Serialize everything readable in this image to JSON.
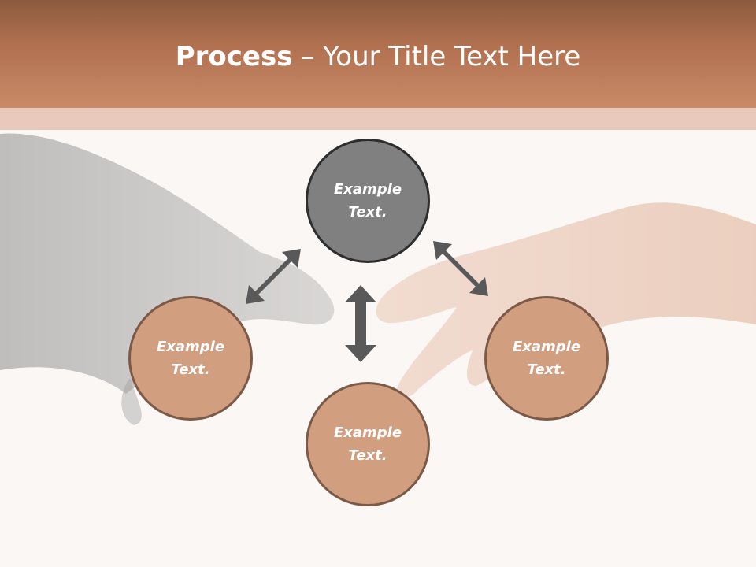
{
  "slide": {
    "title_bold": "Process",
    "title_rest": " – Your Title Text Here"
  },
  "nodes": [
    {
      "id": "top",
      "line1": "Example",
      "line2": "Text."
    },
    {
      "id": "left",
      "line1": "Example",
      "line2": "Text."
    },
    {
      "id": "bottom",
      "line1": "Example",
      "line2": "Text."
    },
    {
      "id": "right",
      "line1": "Example",
      "line2": "Text."
    }
  ],
  "colors": {
    "header": "#b0704f",
    "band": "#e8c9bc",
    "center_node": "#808080",
    "outer_node": "#d19e7f",
    "arrow": "#595959"
  }
}
